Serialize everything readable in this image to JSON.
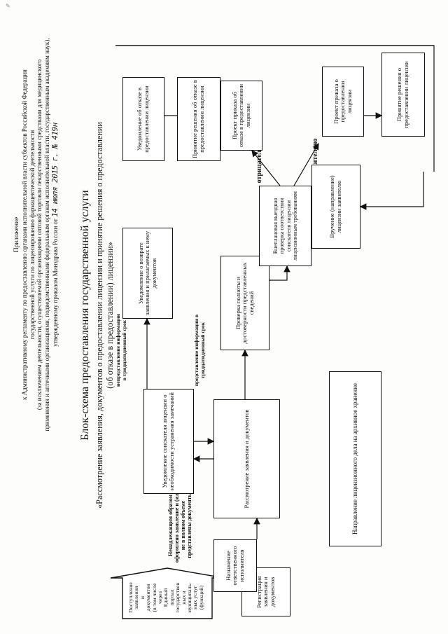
{
  "header": {
    "line1": "Приложение",
    "line2": "к Административному регламенту по предоставлению органами исполнительной власти субъектов Российской Федерации",
    "line3": "государственной услуги по лицензированию фармацевтической деятельности",
    "line4": "(за исключением деятельности, осуществляемой организациями оптовой торговли лекарственными средствами для медицинского",
    "line5": "применения и аптечными организациями, подведомственными федеральным органам исполнительной власти, государственным академиям наук),",
    "line6": "утвержденному приказом Минздрава России от",
    "signature": "14 июля 2015 г. № 419н"
  },
  "title": "Блок-схема предоставления государственной услуги",
  "subtitle1": "«Рассмотрение заявления, документов о предоставлении лицензии и принятие решения о предоставлении",
  "subtitle2": "(об отказе в предоставлении) лицензии»",
  "nodes": {
    "arrow_input": [
      "Поступление",
      "заявления",
      "и",
      "документов",
      "(в том числе",
      "через",
      "Единый",
      "портал",
      "государствен",
      "ных и",
      "муниципаль-",
      "ных услуг",
      "(функций)"
    ],
    "registration": "Регистрация заявления и документов",
    "assign": "Назначение ответственного исполнителя",
    "improper_label": "Ненадлежащим образом оформлено заявление и (или) не в полном объеме представлены документы",
    "notify_fix": "Уведомление соискателя лицензии о необходимости устранения замечаний",
    "review": "Рассмотрение заявления и документов",
    "label_within_30_a": "представление информации в тридцатидневный срок",
    "label_not_within_30": "непредставление информации в тридцатидневный срок",
    "notify_return": "Уведомление о возврате заявления и прилагаемых к нему документов",
    "check_completeness": "Проверка полноты и достоверности представленных сведений",
    "inspection": "Внеплановая выездная проверка соответствия соискателя лицензии лицензионным требованиям",
    "negative": "отрицательно",
    "positive": "положительно",
    "draft_refuse": "Проект приказа об отказе в предоставлении лицензии",
    "decide_refuse": "Принятие решения об отказе в предоставлении лицензии",
    "notify_refuse": "Уведомление об отказе в предоставлении лицензии",
    "draft_grant": "Проект приказа о предоставлении лицензии",
    "decide_grant": "Принятие решения о предоставлении лицензии",
    "deliver": "Вручение (направление) лицензии заявителю",
    "archive": "Направление лицензионного дела на архивное хранение"
  }
}
